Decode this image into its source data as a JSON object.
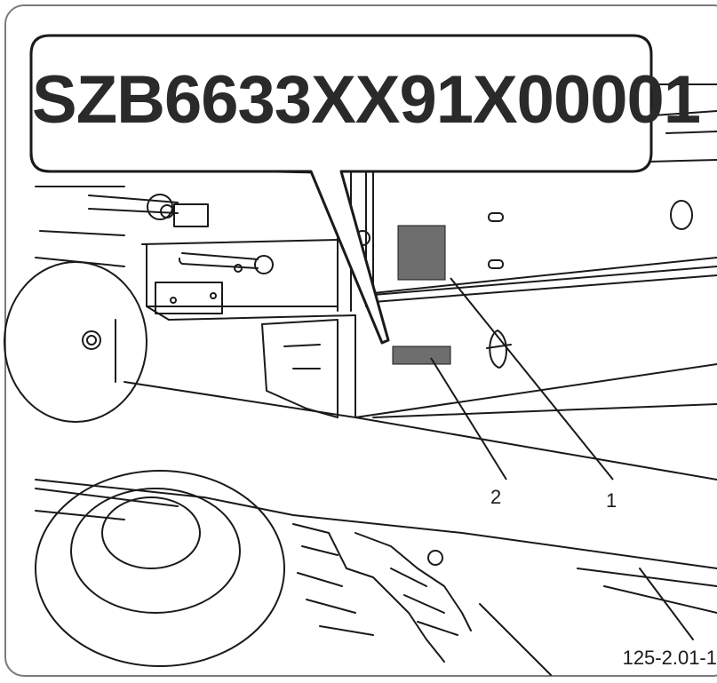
{
  "callout": {
    "serial_number": "SZB6633XX91X00001"
  },
  "labels": {
    "item_1": "1",
    "item_2": "2"
  },
  "figure": {
    "id": "125-2.01-1"
  },
  "colors": {
    "plate": "#6e6e6e",
    "line": "#1a1a1a",
    "frame": "#7a7a7a"
  }
}
